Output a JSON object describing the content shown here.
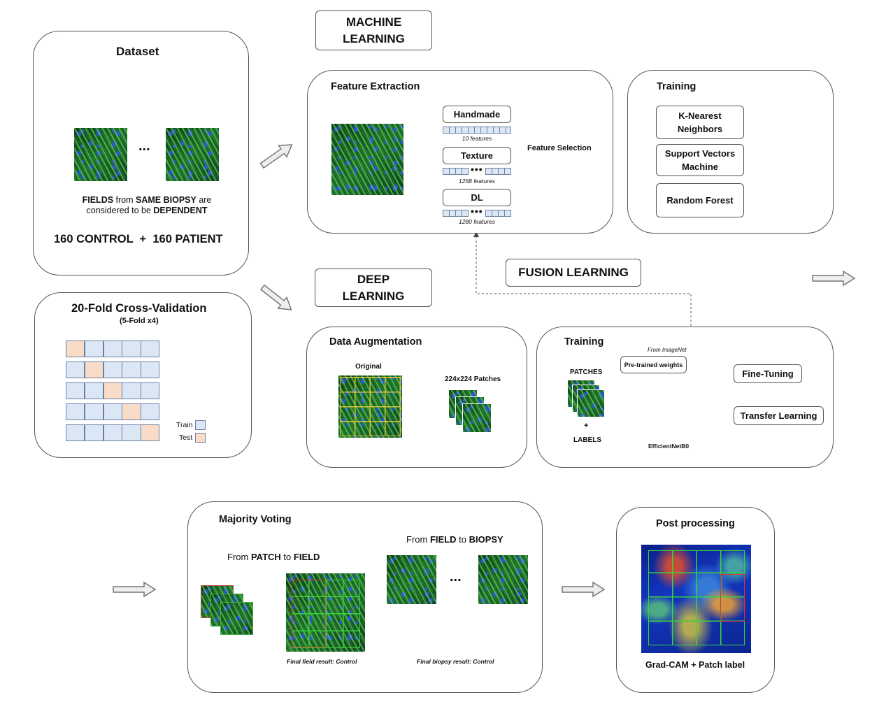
{
  "header_ml": "MACHINE LEARNING",
  "header_dl": "DEEP LEARNING",
  "header_fusion": "FUSION LEARNING",
  "dataset": {
    "title": "Dataset",
    "ellipsis": "...",
    "fields_b1": "FIELDS",
    "fields_t1": " from ",
    "fields_b2": "SAME BIOPSY",
    "fields_t2": " are",
    "fields_t3": "considered to be ",
    "fields_b3": "DEPENDENT",
    "counts": "160 CONTROL  +  160 PATIENT"
  },
  "cv": {
    "title": "20-Fold Cross-Validation",
    "subtitle": "(5-Fold x4)",
    "legend_train": "Train",
    "legend_test": "Test",
    "colors": {
      "train": "#dbe7f5",
      "test": "#f9dcc8"
    }
  },
  "feature_extraction": {
    "title": "Feature Extraction",
    "handmade": "Handmade",
    "handmade_count": "10 features",
    "texture": "Texture",
    "texture_count": "1268 features",
    "dl": "DL",
    "dl_count": "1280 features",
    "feature_selection": "Feature Selection"
  },
  "ml_training": {
    "title": "Training",
    "knn": "K-Nearest Neighbors",
    "svm": "Support Vectors Machine",
    "rf": "Random Forest",
    "icons": [
      "knn-scatter-icon",
      "svm-separator-icon",
      "tree-icon"
    ]
  },
  "augmentation": {
    "title": "Data Augmentation",
    "original": "Original",
    "patches": "224x224 Patches"
  },
  "dl_training": {
    "title": "Training",
    "patches": "PATCHES",
    "plus": "+",
    "labels": "LABELS",
    "from_imagenet": "From ImageNet",
    "pretrained": "Pre-trained weights",
    "model": "EfficientNetB0",
    "fine_tuning": "Fine-Tuning",
    "transfer": "Transfer Learning"
  },
  "voting": {
    "title": "Majority Voting",
    "p2f_a": "From ",
    "p2f_b": "PATCH",
    "p2f_c": " to ",
    "p2f_d": "FIELD",
    "f2b_a": "From ",
    "f2b_b": "FIELD",
    "f2b_c": " to ",
    "f2b_d": "BIOPSY",
    "ellipsis": "...",
    "final_field": "Final field result: Control",
    "final_biopsy": "Final biopsy result: Control"
  },
  "post": {
    "title": "Post processing",
    "caption": "Grad-CAM + Patch label"
  }
}
